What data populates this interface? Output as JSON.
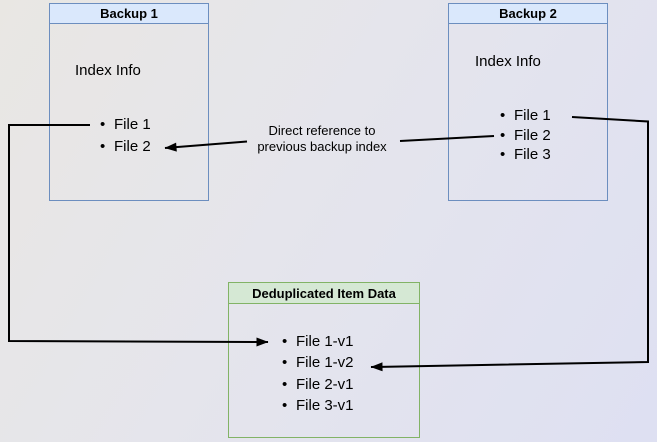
{
  "diagram": {
    "nodes": {
      "backup1": {
        "title": "Backup 1",
        "section_label": "Index Info",
        "items": [
          "File 1",
          "File 2"
        ]
      },
      "backup2": {
        "title": "Backup 2",
        "section_label": "Index Info",
        "items": [
          "File 1",
          "File 2",
          "File 3"
        ]
      },
      "dedup": {
        "title": "Deduplicated Item Data",
        "items": [
          "File 1-v1",
          "File 1-v2",
          "File 2-v1",
          "File 3-v1"
        ]
      }
    },
    "edges": {
      "reference_label_line1": "Direct reference to",
      "reference_label_line2": "previous backup index",
      "connections": [
        {
          "from": "backup2 / File 2",
          "to": "backup1 / File 2",
          "label": "Direct reference to previous backup index"
        },
        {
          "from": "backup1 / File 1",
          "to": "dedup / File 1-v1",
          "label": ""
        },
        {
          "from": "backup2 / File 1",
          "to": "dedup / File 1-v2",
          "label": ""
        }
      ]
    },
    "colors": {
      "blue_header_fill": "#dae8fc",
      "blue_border": "#6c8ebf",
      "green_header_fill": "#d5e8d4",
      "green_border": "#82b366",
      "connector": "#000000",
      "background_top_left": "#e9e7e3",
      "background_bottom_right": "#dee0f2"
    }
  }
}
